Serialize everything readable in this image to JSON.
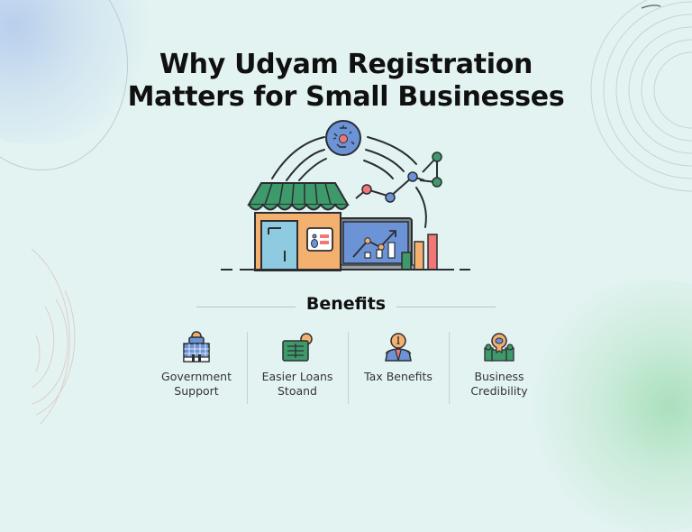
{
  "header": {
    "title_line1": "Why Udyam Registration",
    "title_line2": "Matters for Small Businesses"
  },
  "hero": {
    "illustration": "storefront-with-laptop-growth-chart",
    "icons": [
      "storefront-icon",
      "network-hub-icon",
      "laptop-chart-icon",
      "bar-chart-icon",
      "trend-line-icon"
    ]
  },
  "benefits": {
    "heading": "Benefits",
    "items": [
      {
        "icon": "government-building-icon",
        "line1": "Government",
        "line2": "Support"
      },
      {
        "icon": "loan-document-icon",
        "line1": "Easier Loans",
        "line2": "Stoand"
      },
      {
        "icon": "tax-person-icon",
        "line1": "Tax Benefits",
        "line2": ""
      },
      {
        "icon": "credibility-badge-icon",
        "line1": "Business",
        "line2": "Credibility"
      }
    ]
  },
  "colors": {
    "background": "#e3f3f2",
    "awning_green": "#3f9a6b",
    "shop_orange": "#f4b06e",
    "door_blue": "#8fcbe0",
    "screen_blue": "#6b93d6",
    "accent_red": "#f07775",
    "text_dark": "#101010"
  }
}
